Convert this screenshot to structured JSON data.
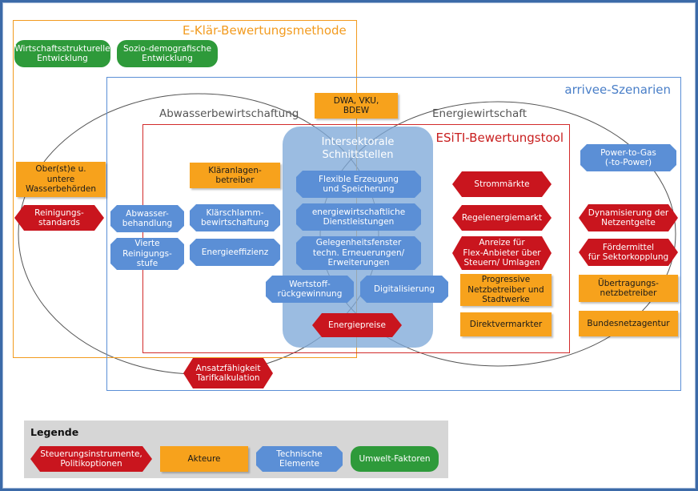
{
  "regions": {
    "eklaer": "E-Klär-Bewertungsmethode",
    "arrivee": "arrivee-Szenarien",
    "esiti": "ESiTI-Bewertungstool"
  },
  "sectors": {
    "abwasser": "Abwasserbewirtschaftung",
    "energie": "Energiewirtschaft"
  },
  "intersection_title": "Intersektorale\nSchnittstellen",
  "nodes": {
    "wirtschaft": "Wirtschaftsstrukturelle\nEntwicklung",
    "sozio": "Sozio-demografische\nEntwicklung",
    "dwa": "DWA, VKU, BDEW",
    "oberste": "Ober(st)e u.\nuntere\nWasserbehörden",
    "reinigungsstandards": "Reinigungs-\nstandards",
    "abwasserbehandlung": "Abwasser-\nbehandlung",
    "vierte": "Vierte\nReinigungs-\nstufe",
    "klaeranlagen": "Kläranlagen-\nbetreiber",
    "klaerschlamm": "Klärschlamm-\nbewirtschaftung",
    "energieeffizienz": "Energieeffizienz",
    "flexible": "Flexible Erzeugung\nund Speicherung",
    "energiedienst": "energiewirtschaftliche\nDienstleistungen",
    "gelegenheit": "Gelegenheitsfenster\ntechn. Erneuerungen/\nErweiterungen",
    "wertstoff": "Wertstoff-\nrückgewinnung",
    "digitalisierung": "Digitalisierung",
    "energiepreise": "Energiepreise",
    "ansatz": "Ansatzfähigkeit\nTarifkalkulation",
    "strommaerkte": "Strommärkte",
    "regelenergie": "Regelenergiemarkt",
    "anreize": "Anreize für\nFlex-Anbieter über\nSteuern/ Umlagen",
    "progressive": "Progressive\nNetzbetreiber und\nStadtwerke",
    "direktvermarkter": "Direktvermarkter",
    "powertogas": "Power-to-Gas\n(-to-Power)",
    "dynamisierung": "Dynamisierung der\nNetzentgelte",
    "foerdermittel": "Fördermittel\nfür Sektorkopplung",
    "uebertragung": "Übertragungs-\nnetzbetreiber",
    "bundesnetz": "Bundesnetzagentur"
  },
  "legend": {
    "title": "Legende",
    "policy": "Steuerungsinstrumente,\nPolitikoptionen",
    "actor": "Akteure",
    "tech": "Technische\nElemente",
    "env": "Umwelt-Faktoren"
  },
  "colors": {
    "actor": "#f7a21c",
    "tech": "#5b8fd6",
    "policy": "#c9151e",
    "env": "#2e9a3a",
    "eklaer_frame": "#f29b1f",
    "arrivee_frame": "#5b8fd6",
    "esiti_frame": "#d22b2b"
  }
}
